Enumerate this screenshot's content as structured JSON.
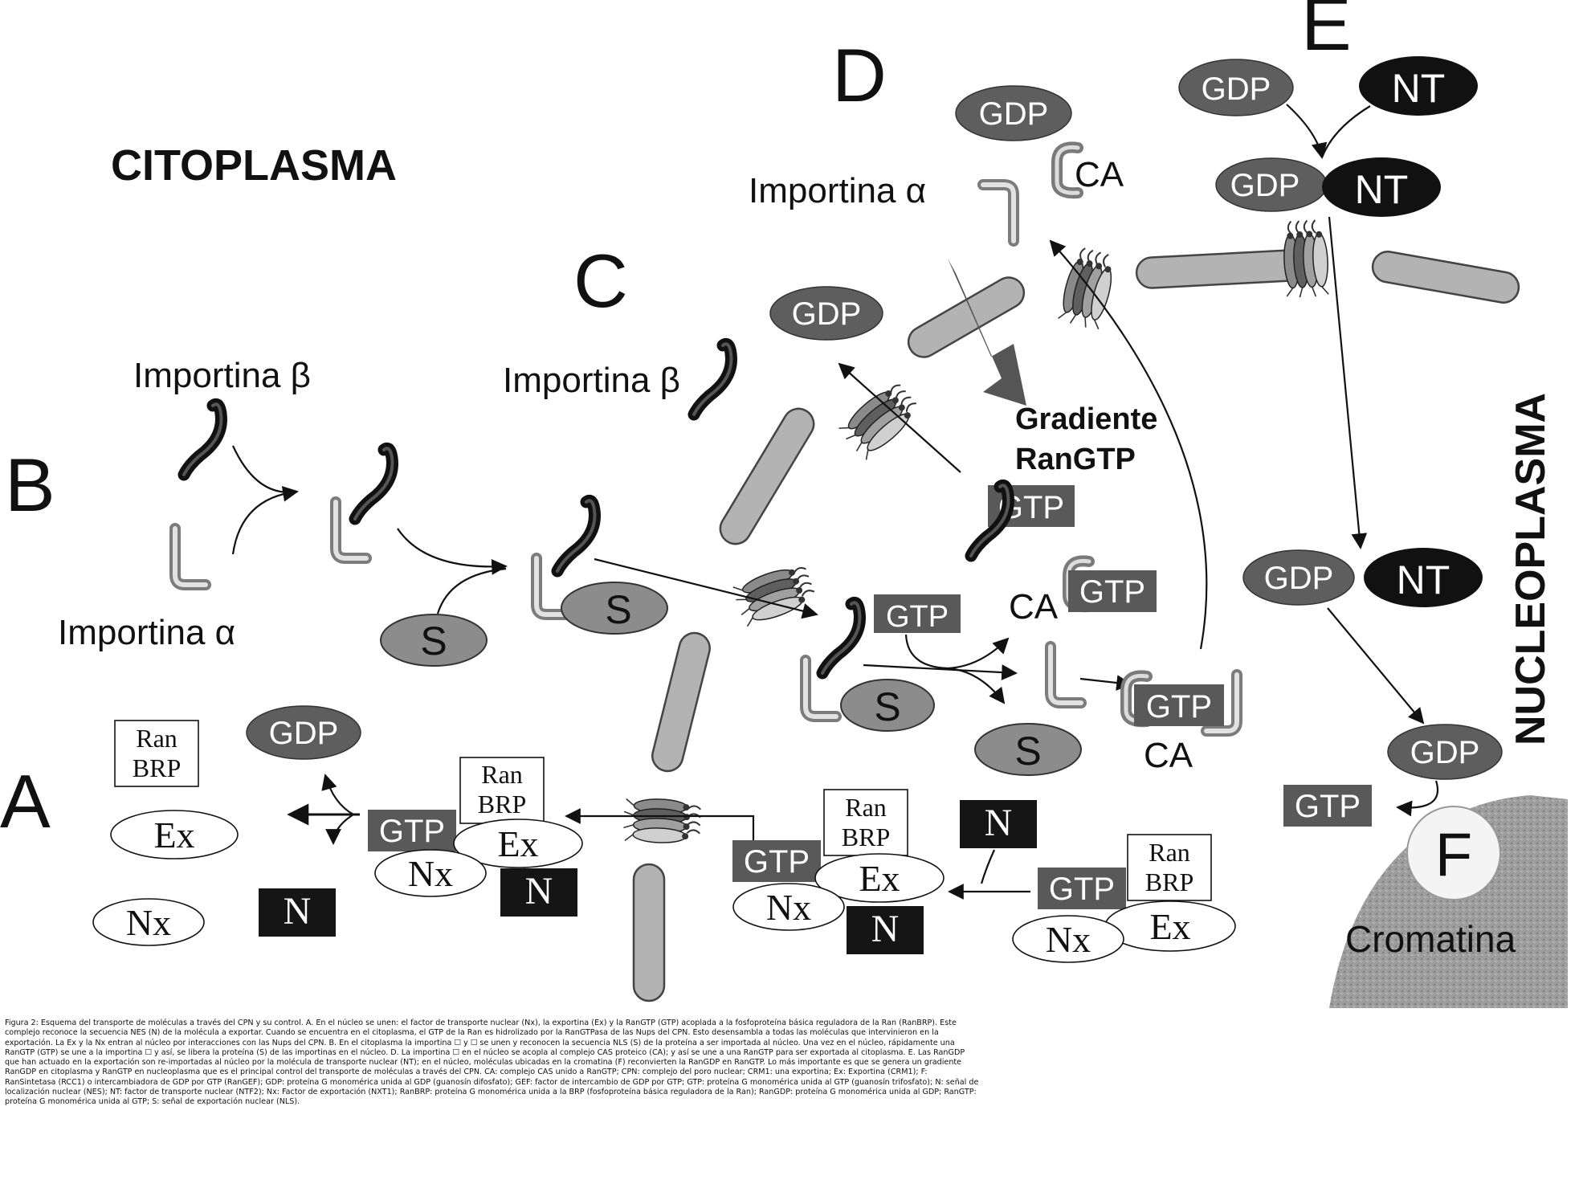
{
  "regions": {
    "cytoplasm": "CITOPLASMA",
    "nucleoplasm": "NUCLEOPLASMA"
  },
  "stages": {
    "a": "A",
    "b": "B",
    "c": "C",
    "d": "D",
    "e": "E",
    "f": "F"
  },
  "labels": {
    "importina_beta": "Importina β",
    "importina_alpha": "Importina α",
    "gdp": "GDP",
    "gtp": "GTP",
    "nt": "NT",
    "ca": "CA",
    "s": "S",
    "n": "N",
    "ex": "Ex",
    "nx": "Nx",
    "ran": "Ran",
    "brp": "BRP",
    "gradiente_line1": "Gradiente",
    "gradiente_line2": "RanGTP",
    "cromatina": "Cromatina"
  },
  "colors": {
    "membrane_fill": "#b3b3b3",
    "gdp_fill": "#5e5e5e",
    "nt_fill": "#111111",
    "gtp_fill": "#595959",
    "s_fill": "#8c8c8c",
    "n_fill": "#151515",
    "gradient_arrow": "#555555",
    "chromatin": "#9a9a9a"
  },
  "caption": "Figura 2: Esquema del transporte de moléculas a través del CPN y su control. A. En el núcleo se unen: el factor de transporte nuclear (Nx), la exportina (Ex) y la RanGTP (GTP) acoplada a la fosfoproteína básica reguladora de la Ran (RanBRP). Este complejo reconoce la secuencia NES (N) de la molécula a exportar. Cuando se encuentra en el citoplasma, el GTP de la Ran es hidrolizado por la RanGTPasa de las Nups del CPN. Esto desensambla a todas las moléculas que intervinieron en la exportación. La Ex y la Nx entran al núcleo por interacciones con las Nups del CPN. B. En el citoplasma la importina ☐ y ☐ se unen y reconocen la secuencia NLS (S) de la proteína a ser importada al núcleo. Una vez en el núcleo, rápidamente una RanGTP (GTP) se une a la importina ☐ y así, se libera la proteína (S) de las importinas en el núcleo. D. La importina ☐ en el núcleo se acopla al complejo CAS proteico (CA); y así se une a una RanGTP para ser exportada al citoplasma. E. Las RanGDP que han actuado en la exportación son re-importadas al núcleo por la molécula de transporte nuclear (NT); en el núcleo, moléculas ubicadas en la cromatina (F) reconvierten la RanGDP en RanGTP. Lo más importante es que se genera un gradiente RanGDP en citoplasma y RanGTP en nucleoplasma que es el principal control del transporte de moléculas a través del CPN. CA: complejo CAS unido a RanGTP; CPN: complejo del poro nuclear; CRM1: una exportina; Ex: Exportina (CRM1); F: RanSintetasa (RCC1) o intercambiadora de GDP por GTP (RanGEF); GDP: proteína G monomérica unida al GDP (guanosín difosfato); GEF: factor de intercambio de GDP por GTP; GTP: proteína G monomérica unida al GTP (guanosín trifosfato); N: señal de localización nuclear (NES); NT: factor de transporte nuclear (NTF2); Nx: Factor de exportación (NXT1); RanBRP: proteína G monomérica unida a la BRP (fosfoproteína básica reguladora de la Ran); RanGDP: proteína G monomérica unida al GDP; RanGTP: proteína G monomérica unida al GTP; S: señal de exportación nuclear (NLS)."
}
